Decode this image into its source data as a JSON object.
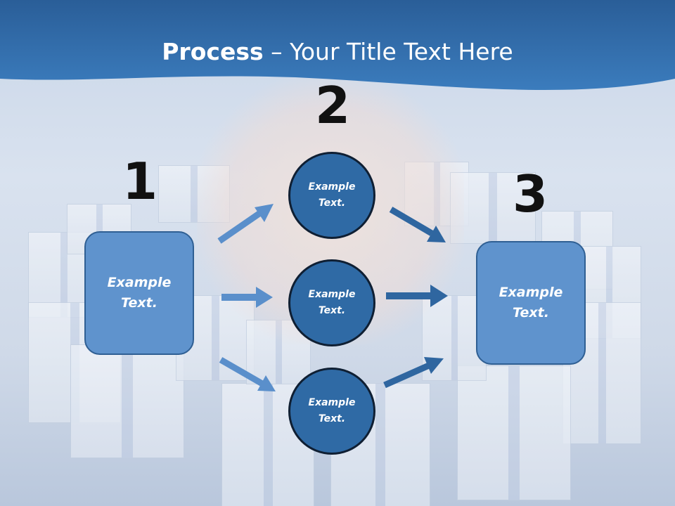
{
  "slide": {
    "title_bold": "Process",
    "title_rest": " – Your Title Text Here"
  },
  "steps": {
    "step1": {
      "number": "1",
      "text": "Example\nText."
    },
    "step2": {
      "number": "2"
    },
    "step3": {
      "number": "3",
      "text": "Example\nText."
    }
  },
  "circles": [
    {
      "text": "Example\nText."
    },
    {
      "text": "Example\nText."
    },
    {
      "text": "Example\nText."
    }
  ],
  "colors": {
    "banner": "#3572b0",
    "box_fill": "#5f93cd",
    "circle_fill": "#2f6aa5",
    "arrow_light": "#5a8fcb",
    "arrow_dark": "#2f66a0"
  }
}
